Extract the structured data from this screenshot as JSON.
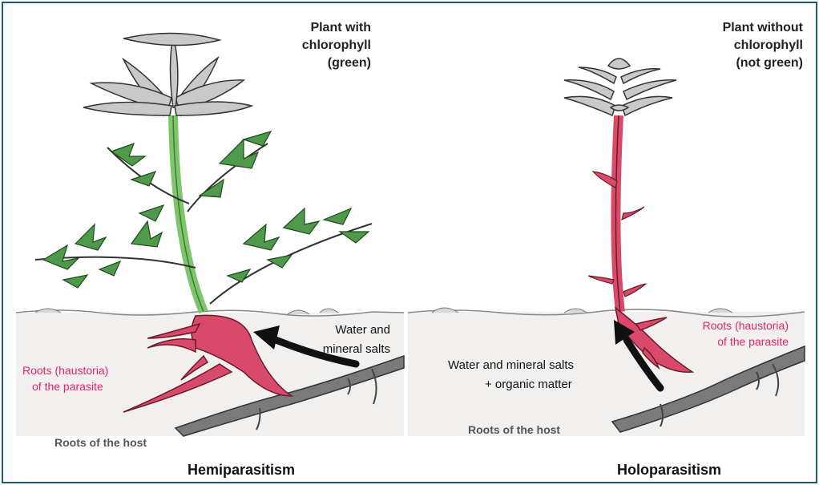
{
  "hemiparasitism": {
    "plant_label_lines": [
      "Plant with",
      "chlorophyll",
      "(green)"
    ],
    "flow_label_lines": [
      "Water and",
      "mineral salts"
    ],
    "parasite_roots_lines": [
      "Roots (haustoria)",
      "of the parasite"
    ],
    "host_roots_label": "Roots of the host",
    "caption": "Hemiparasitism"
  },
  "holoparasitism": {
    "plant_label_lines": [
      "Plant without",
      "chlorophyll",
      "(not green)"
    ],
    "flow_label_lines": [
      "Water and mineral salts",
      "+ organic matter"
    ],
    "parasite_roots_lines": [
      "Roots (haustoria)",
      "of the parasite"
    ],
    "host_roots_label": "Roots of the host",
    "caption": "Holoparasitism"
  },
  "colors": {
    "frame_border": "#1d5a78",
    "stem_green": "#7ec46b",
    "leaf_green": "#4f9a4a",
    "parasite_red": "#d94a6a",
    "parasite_label": "#e0246b",
    "soil": "#f1f0ee",
    "host_root": "#7a7a7a",
    "flower_grey": "#c9c9c9",
    "arrow": "#111111"
  }
}
